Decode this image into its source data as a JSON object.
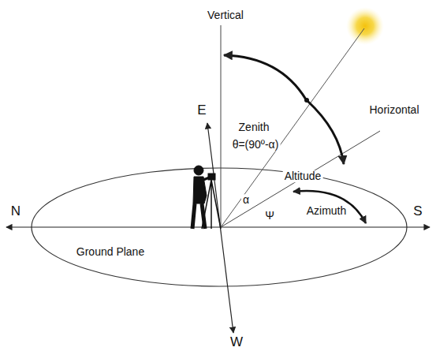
{
  "diagram": {
    "labels": [
      "Vertical",
      "E",
      "Zenith",
      "θ=(90º-α)",
      "Altitude",
      "Horizontal",
      "N",
      "S",
      "α",
      "Ψ",
      "Azimuth",
      "Ground Plane",
      "W"
    ]
  }
}
